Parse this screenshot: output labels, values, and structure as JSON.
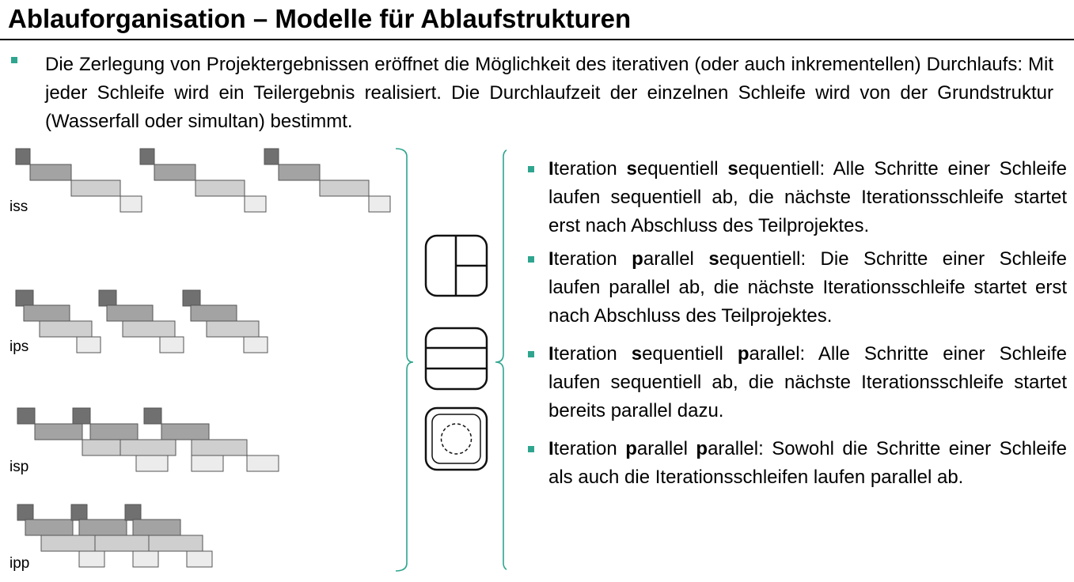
{
  "title": "Ablauforganisation – Modelle für Ablaufstrukturen",
  "intro": "Die Zerlegung von Projektergebnissen eröffnet die Möglichkeit des iterativen (oder auch inkrementellen) Durchlaufs: Mit jeder Schleife wird ein Teilergebnis realisiert. Die Durchlaufzeit der einzelnen Schleife wird von der Grundstruktur (Wasserfall oder simultan) bestimmt.",
  "diagram_labels": {
    "iss": "iss",
    "ips": "ips",
    "isp": "isp",
    "ipp": "ipp"
  },
  "items": [
    {
      "t1": "I",
      "t2": "teration ",
      "t3": "s",
      "t4": "equentiell ",
      "t5": "s",
      "t6": "equentiell: Alle Schritte einer Schleife laufen sequentiell ab, die nächste Iterationsschleife startet erst nach Abschluss des Teilprojektes."
    },
    {
      "t1": "I",
      "t2": "teration ",
      "t3": "p",
      "t4": "arallel ",
      "t5": "s",
      "t6": "equentiell: Die Schritte einer Schleife laufen parallel ab, die nächste Iterationsschleife startet erst nach Abschluss des Teilprojektes."
    },
    {
      "t1": "I",
      "t2": "teration ",
      "t3": "s",
      "t4": "equentiell ",
      "t5": "p",
      "t6": "arallel: Alle Schritte einer Schleife laufen sequentiell ab, die nächste Iterationsschleife startet bereits parallel dazu."
    },
    {
      "t1": "I",
      "t2": "teration ",
      "t3": "p",
      "t4": "arallel ",
      "t5": "p",
      "t6": "arallel: Sowohl die Schritte einer Schleife als auch die Iterationsschleifen laufen parallel ab."
    }
  ],
  "colors": {
    "accent": "#2fa58f",
    "step1": "#707070",
    "step2": "#a3a3a3",
    "step3": "#cfcfcf",
    "step4": "#ececec"
  },
  "icons": [
    "quadrant-layout-icon",
    "horizontal-bands-icon",
    "cycle-dashed-icon"
  ]
}
